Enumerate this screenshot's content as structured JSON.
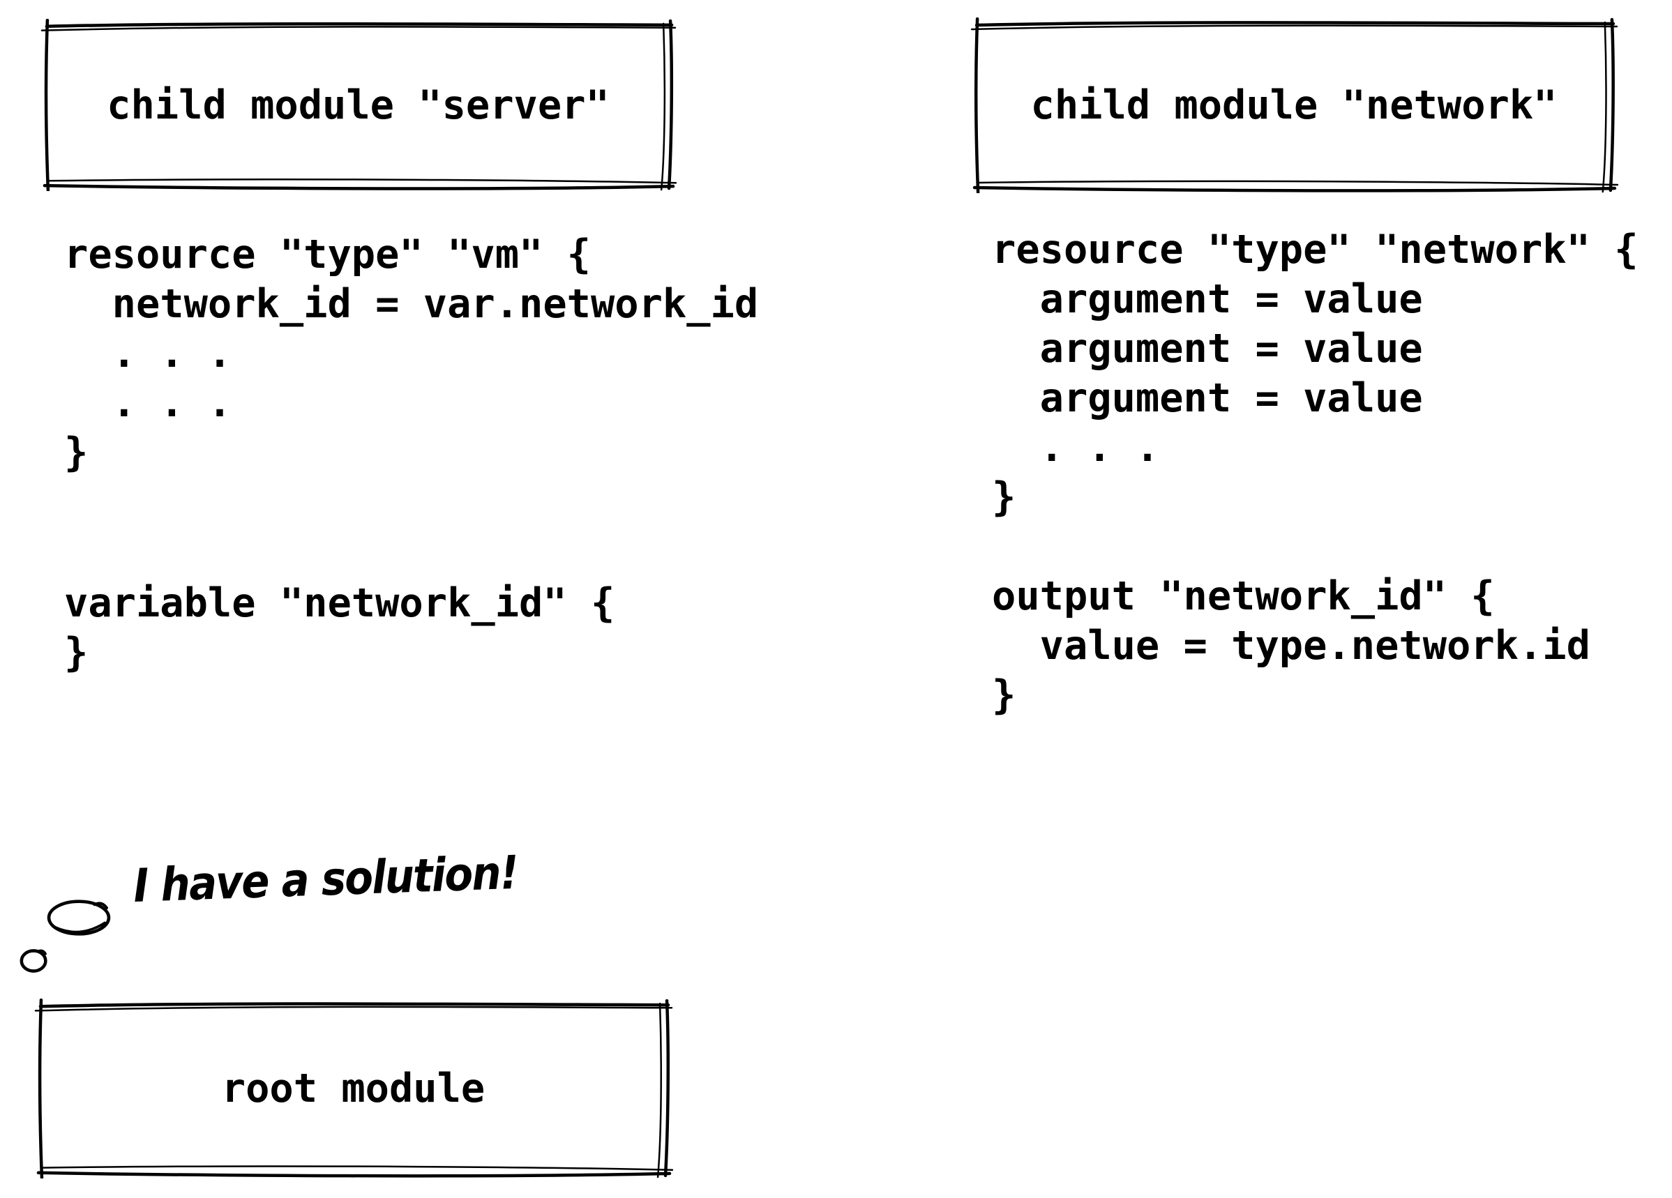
{
  "canvas": {
    "background": "#ffffff",
    "ink": "#000000"
  },
  "server_module": {
    "title": "child module \"server\"",
    "resource_code": "resource \"type\" \"vm\" {\n  network_id = var.network_id\n  . . .\n  . . .\n}",
    "variable_code": "variable \"network_id\" {\n}"
  },
  "network_module": {
    "title": "child module \"network\"",
    "resource_code": "resource \"type\" \"network\" {\n  argument = value\n  argument = value\n  argument = value\n  . . .\n}",
    "output_code": "output \"network_id\" {\n  value = type.network.id\n}"
  },
  "root_module": {
    "title": "root module"
  },
  "thought_bubble": {
    "text": "I have a solution!"
  }
}
